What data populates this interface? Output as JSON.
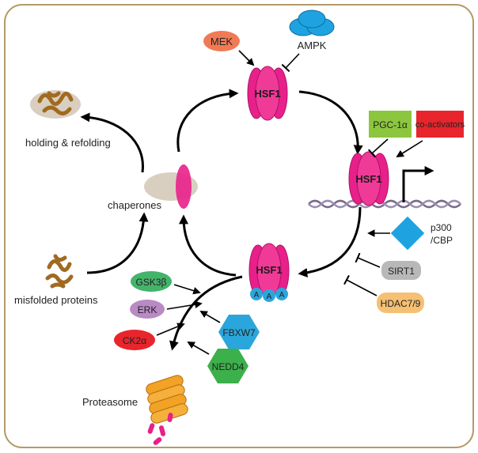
{
  "colors": {
    "frame": "#b49a6a",
    "hsf1": "#e8208a",
    "chaperone_grey": "#d9cfc0",
    "protein_brown": "#a06a20",
    "mek": "#f07a55",
    "ampk": "#1fa3e0",
    "pgc": "#8cc63e",
    "coactivators": "#e8252c",
    "p300": "#1fa3e0",
    "sirt1": "#b8b8b8",
    "hdac": "#f5c073",
    "gsk3b": "#44b36b",
    "erk": "#b98ac4",
    "ck2a": "#e8252c",
    "fbxw7": "#2aa6dc",
    "nedd4": "#3cb04a",
    "proteasome": "#f2a224",
    "fragments": "#e8208a"
  },
  "labels": {
    "hsf1_top": "HSF1",
    "hsf1_right": "HSF1",
    "hsf1_bottom": "HSF1",
    "acetyl_a1": "A",
    "acetyl_a2": "A",
    "acetyl_a3": "A",
    "mek": "MEK",
    "ampk": "AMPK",
    "pgc": "PGC-1α",
    "coactivators": "co-activators",
    "p300_line1": "p300",
    "p300_line2": "/CBP",
    "sirt1": "SIRT1",
    "hdac": "HDAC7/9",
    "gsk3b": "GSK3β",
    "erk": "ERK",
    "ck2a": "CK2α",
    "fbxw7": "FBXW7",
    "nedd4": "NEDD4",
    "proteasome": "Proteasome",
    "chaperones": "chaperones",
    "holding": "holding & refolding",
    "misfolded": "misfolded proteins"
  }
}
